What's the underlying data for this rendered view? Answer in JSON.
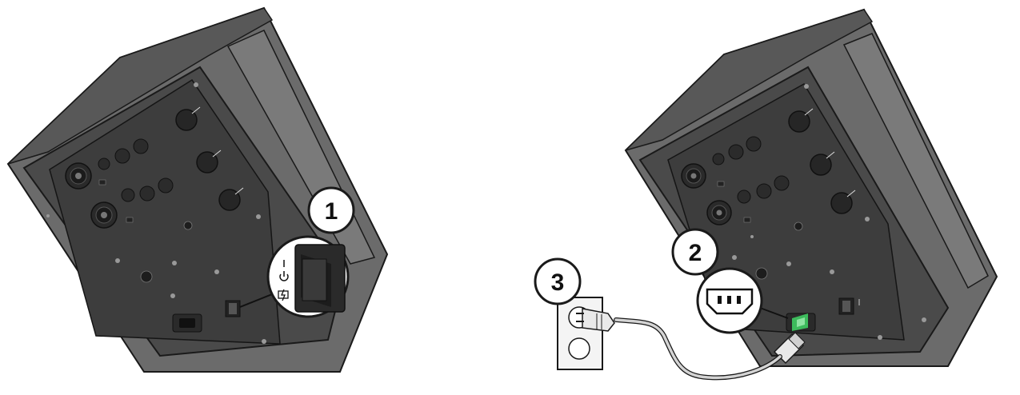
{
  "steps": [
    {
      "number": "1"
    },
    {
      "number": "2"
    },
    {
      "number": "3"
    }
  ],
  "colors": {
    "body_dark": "#5a5a5a",
    "body_mid": "#6e6e6e",
    "panel": "#3c3c3c",
    "panel_inner": "#454545",
    "knob": "#2b2b2b",
    "line": "#1a1a1a",
    "cable": "#cfcfcf",
    "accent_green": "#3dbb5c",
    "outlet": "#f4f4f4"
  },
  "icons": {
    "power_on": "power-on-icon",
    "power_standby": "power-standby-icon",
    "battery_charge": "battery-charge-icon",
    "iec_inlet": "iec-inlet-icon",
    "plug": "plug-icon",
    "wall_outlet": "wall-outlet-icon"
  }
}
